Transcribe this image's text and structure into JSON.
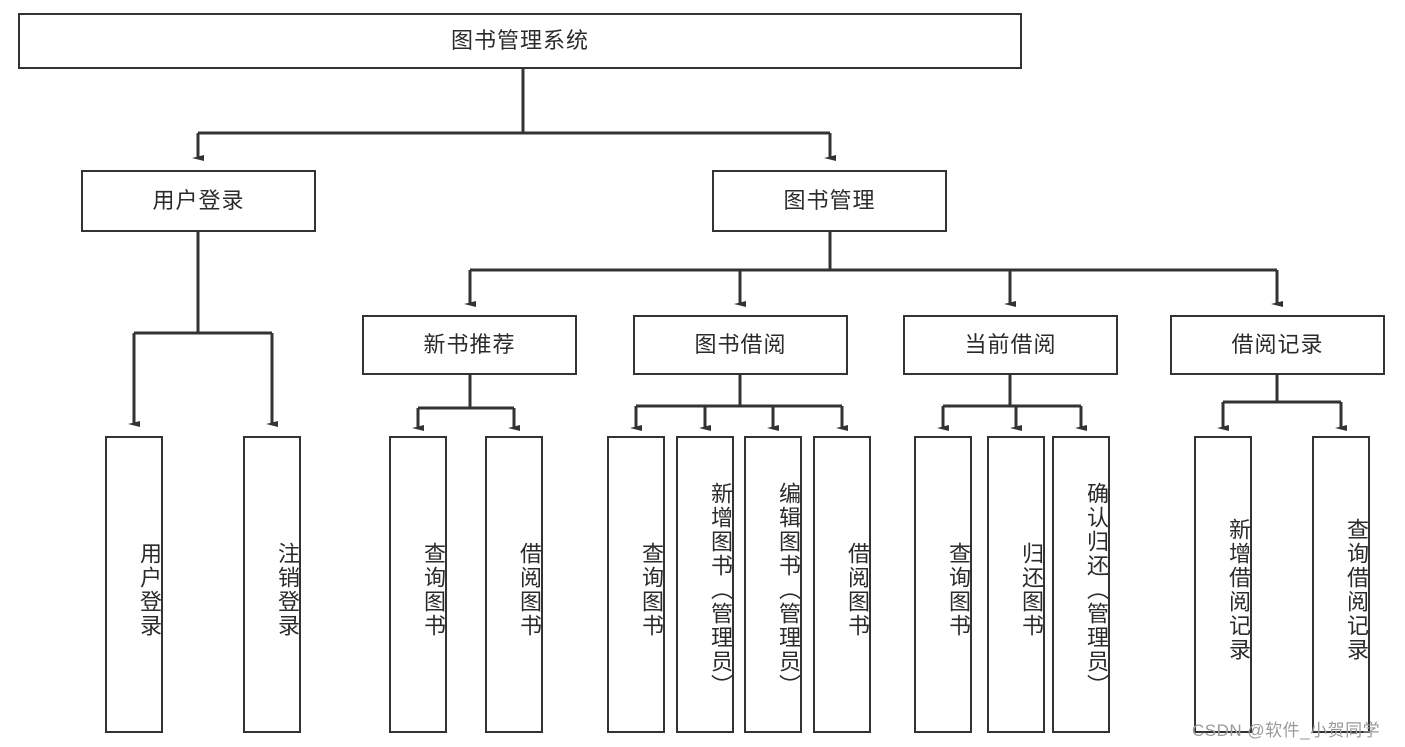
{
  "diagram": {
    "title": "图书管理系统",
    "type": "tree-hierarchy-chart",
    "colors": {
      "box_border": "#333333",
      "box_fill": "#ffffff",
      "connector": "#333333",
      "text": "#2b2b2b",
      "watermark": "#9a9a9a"
    },
    "root": {
      "label": "图书管理系统"
    },
    "level2": [
      {
        "label": "用户登录"
      },
      {
        "label": "图书管理"
      }
    ],
    "level3": [
      {
        "label": "新书推荐"
      },
      {
        "label": "图书借阅"
      },
      {
        "label": "当前借阅"
      },
      {
        "label": "借阅记录"
      }
    ],
    "leaves": {
      "user_login": [
        {
          "label": "用户登录"
        },
        {
          "label": "注销登录"
        }
      ],
      "new_book_recommend": [
        {
          "label": "查询图书"
        },
        {
          "label": "借阅图书"
        }
      ],
      "book_borrow": [
        {
          "label": "查询图书"
        },
        {
          "label": "新增图书（管理员）"
        },
        {
          "label": "编辑图书（管理员）"
        },
        {
          "label": "借阅图书"
        }
      ],
      "current_borrow": [
        {
          "label": "查询图书"
        },
        {
          "label": "归还图书"
        },
        {
          "label": "确认归还（管理员）"
        }
      ],
      "borrow_records": [
        {
          "label": "新增借阅记录"
        },
        {
          "label": "查询借阅记录"
        }
      ]
    }
  },
  "watermark": {
    "text": "CSDN @软件_小贺同学"
  }
}
